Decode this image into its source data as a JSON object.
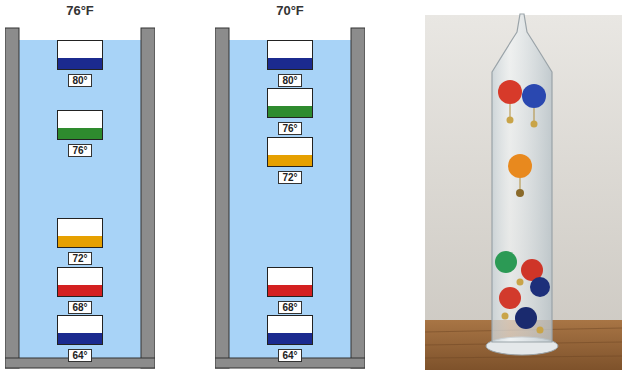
{
  "diagram": {
    "nodes": [
      {
        "text": [
          "76°F"
        ]
      },
      {
        "text": [
          "80°"
        ],
        "in": 0
      },
      {
        "text": [
          "76°"
        ],
        "in": 0
      },
      {
        "text": [
          "72°"
        ],
        "in": 0
      },
      {
        "text": [
          "68°"
        ],
        "in": 0
      },
      {
        "text": [
          "64°"
        ],
        "in": 0
      },
      {
        "text": [
          "70°F"
        ]
      },
      {
        "text": [
          "80°"
        ],
        "in": 6
      },
      {
        "text": [
          "76°"
        ],
        "in": 6
      },
      {
        "text": [
          "72°"
        ],
        "in": 6
      },
      {
        "text": [
          "68°"
        ],
        "in": 6
      },
      {
        "text": [
          "64°"
        ],
        "in": 6
      }
    ]
  }
}
